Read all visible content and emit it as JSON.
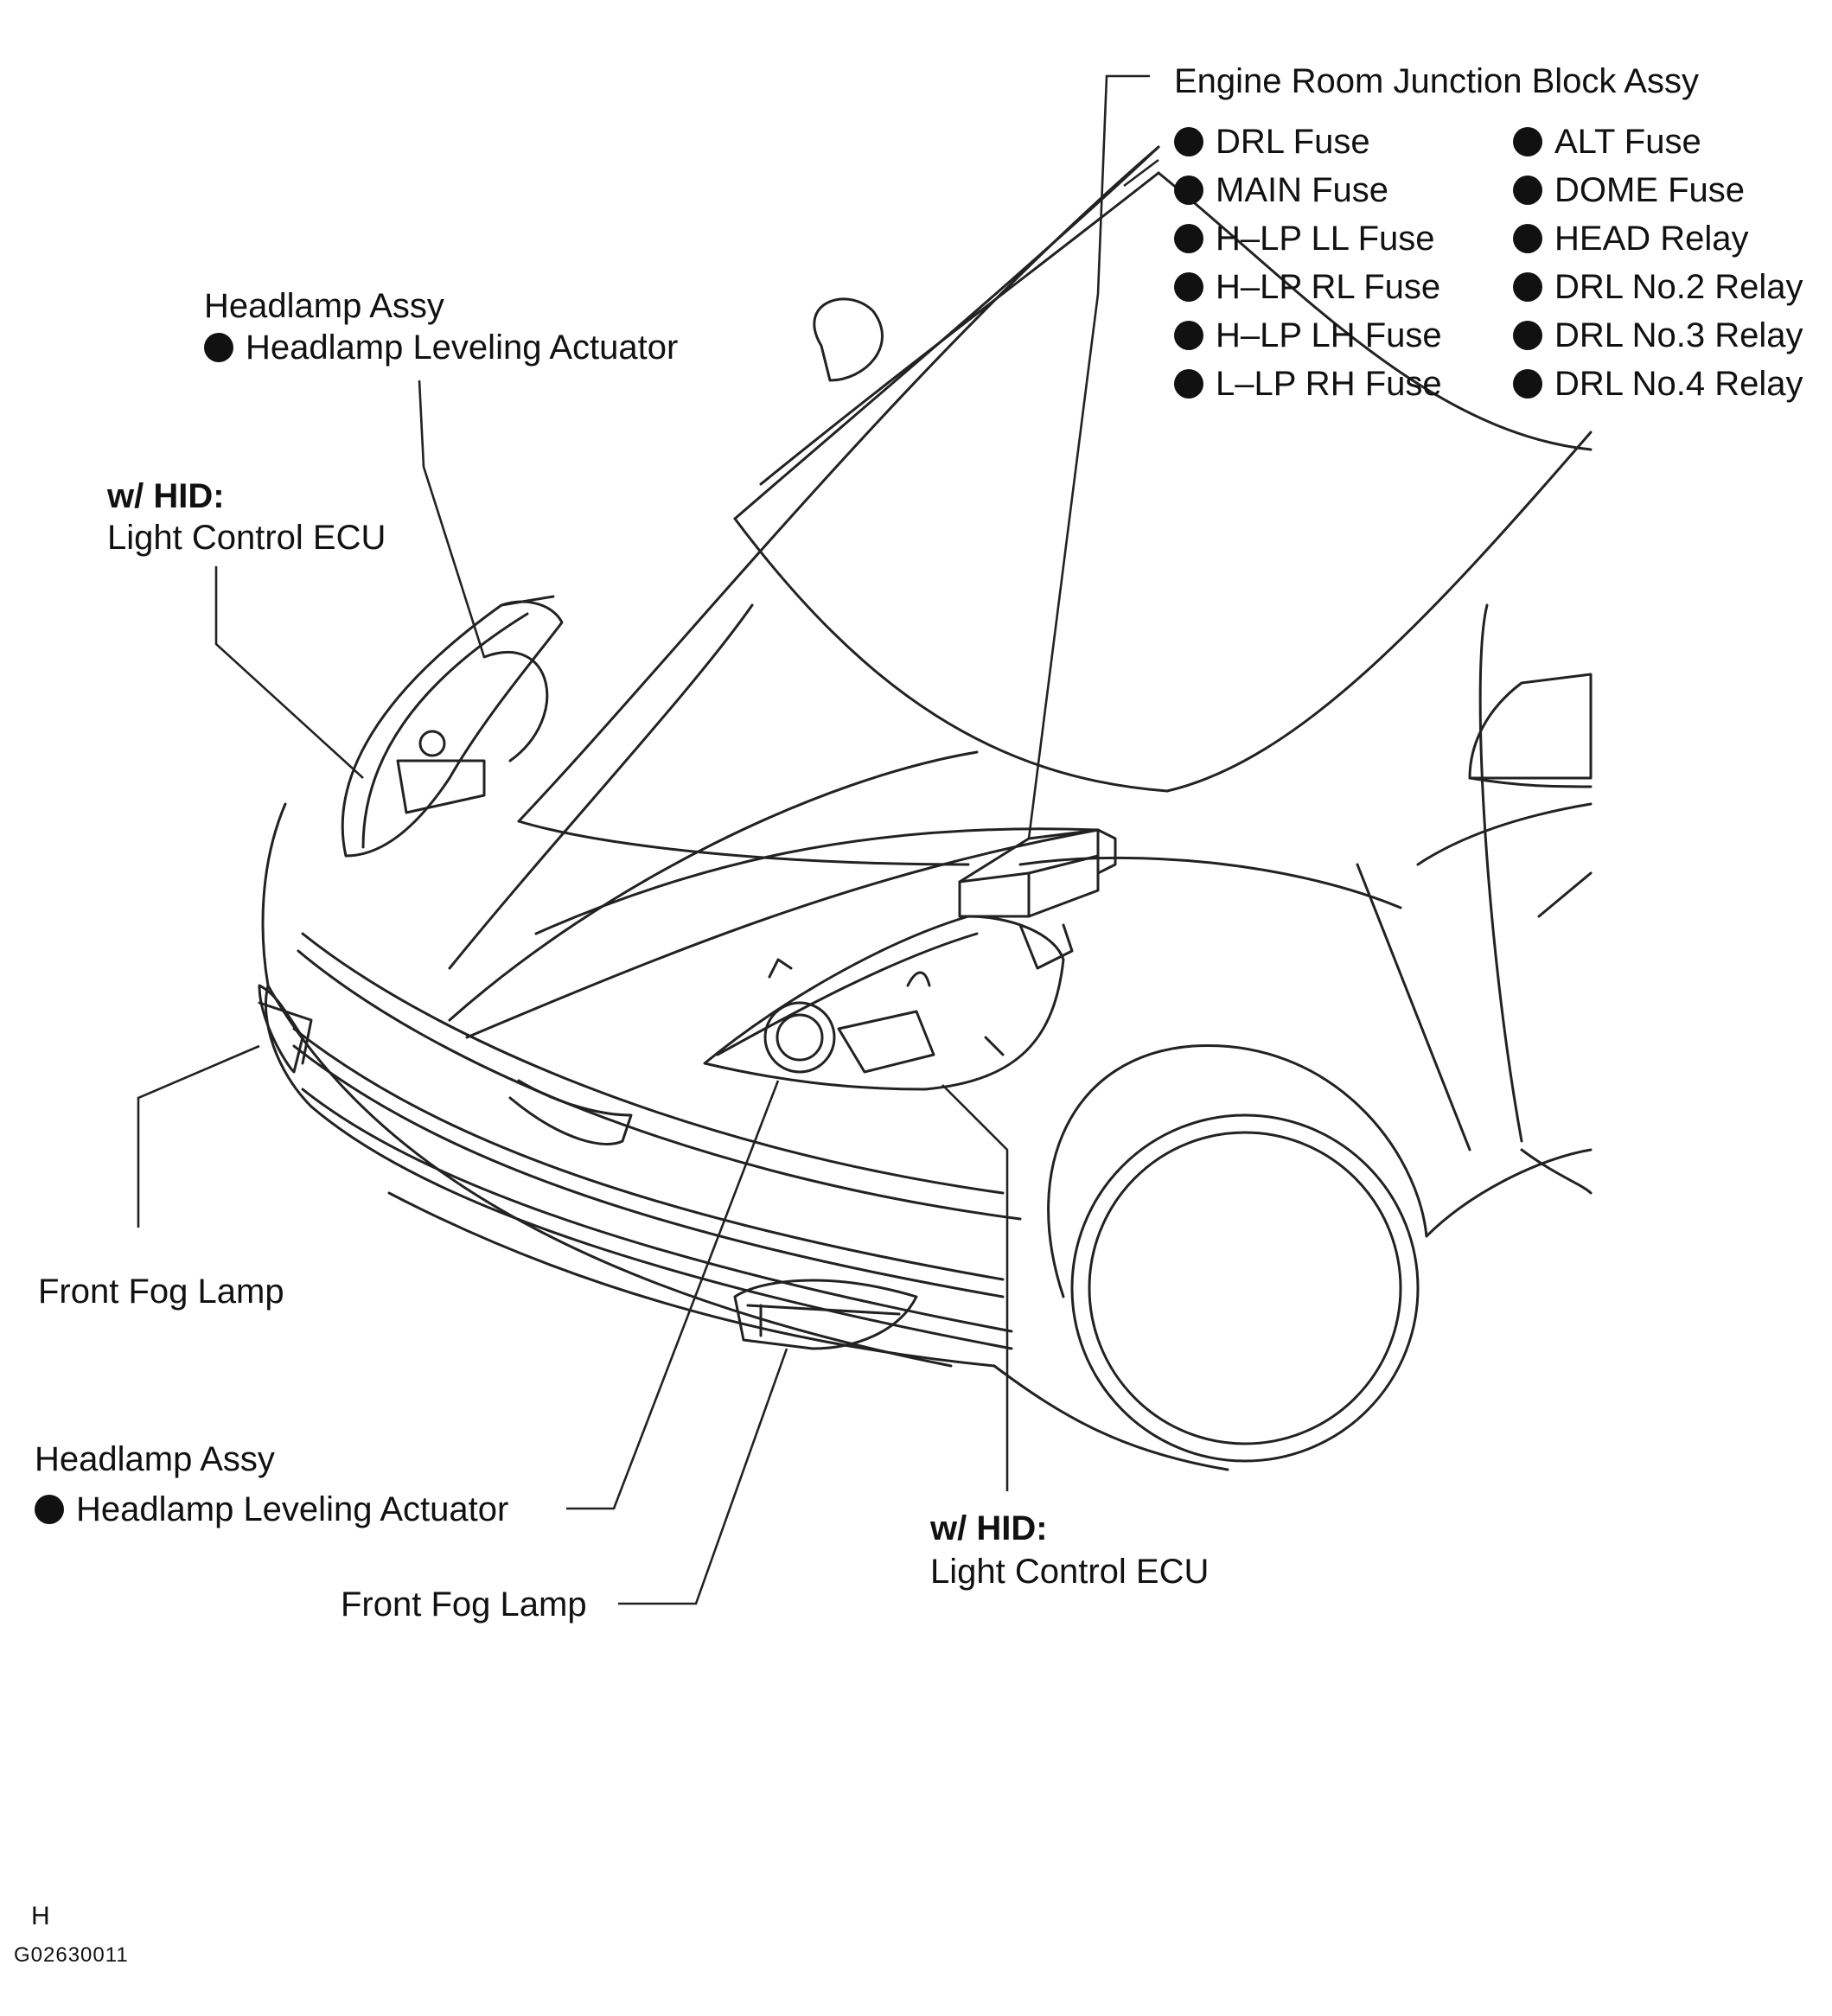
{
  "labels": {
    "junction_block": {
      "title": "Engine Room Junction Block Assy",
      "col1": [
        "DRL Fuse",
        "MAIN Fuse",
        "H–LP LL Fuse",
        "H–LP RL Fuse",
        "H–LP LH Fuse",
        "L–LP RH Fuse"
      ],
      "col2": [
        "ALT Fuse",
        "DOME Fuse",
        "HEAD Relay",
        "DRL No.2 Relay",
        "DRL No.3 Relay",
        "DRL No.4 Relay"
      ]
    },
    "headlamp_upper": {
      "title": "Headlamp Assy",
      "item": "Headlamp Leveling Actuator"
    },
    "ecu_upper": {
      "prefix": "w/ HID:",
      "name": "Light Control ECU"
    },
    "fog_left": "Front Fog Lamp",
    "headlamp_lower": {
      "title": "Headlamp Assy",
      "item": "Headlamp Leveling Actuator"
    },
    "fog_right": "Front Fog Lamp",
    "ecu_lower": {
      "prefix": "w/ HID:",
      "name": "Light Control ECU"
    }
  },
  "footer": {
    "section": "H",
    "figure_code": "G02630011"
  }
}
